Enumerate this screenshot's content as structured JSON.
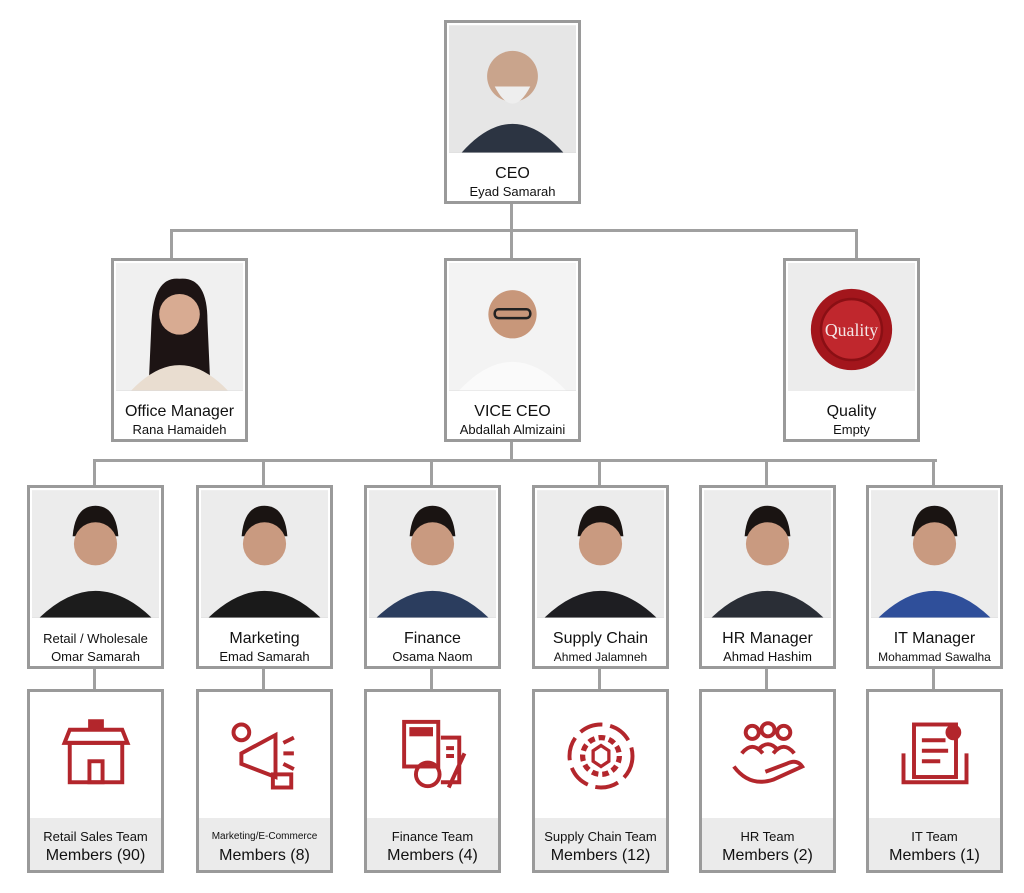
{
  "colors": {
    "accent": "#b3262c",
    "border": "#9a9a9a",
    "team_bg": "#ebebeb"
  },
  "ceo": {
    "title": "CEO",
    "name": "Eyad Samarah"
  },
  "level2": [
    {
      "title": "Office Manager",
      "name": "Rana Hamaideh"
    },
    {
      "title": "VICE CEO",
      "name": "Abdallah Almizaini"
    },
    {
      "title": "Quality",
      "name": "Empty",
      "seal_text": "Quality"
    }
  ],
  "managers": [
    {
      "title": "Retail / Wholesale",
      "name": "Omar Samarah"
    },
    {
      "title": "Marketing",
      "name": "Emad Samarah"
    },
    {
      "title": "Finance",
      "name": "Osama Naom"
    },
    {
      "title": "Supply Chain",
      "name": "Ahmed Jalamneh"
    },
    {
      "title": "HR Manager",
      "name": "Ahmad Hashim"
    },
    {
      "title": "IT Manager",
      "name": "Mohammad Sawalha"
    }
  ],
  "teams": [
    {
      "name": "Retail Sales Team",
      "members": "Members (90)",
      "icon": "store-icon"
    },
    {
      "name": "Marketing/E-Commerce",
      "members": "Members (8)",
      "icon": "megaphone-icon"
    },
    {
      "name": "Finance Team",
      "members": "Members (4)",
      "icon": "calculator-icon"
    },
    {
      "name": "Supply Chain Team",
      "members": "Members (12)",
      "icon": "gear-cycle-icon"
    },
    {
      "name": "HR Team",
      "members": "Members (2)",
      "icon": "people-hand-icon"
    },
    {
      "name": "IT Team",
      "members": "Members (1)",
      "icon": "document-gear-icon"
    }
  ]
}
